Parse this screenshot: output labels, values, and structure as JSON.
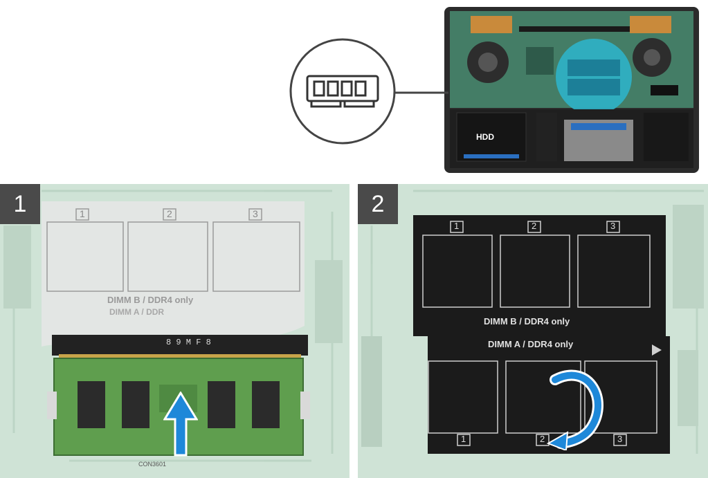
{
  "overview": {
    "hdd_label": "HDD"
  },
  "step1": {
    "number": "1",
    "shield_labels": [
      "1",
      "2",
      "3"
    ],
    "dimm_b_text": "DIMM B / DDR4 only",
    "dimm_a_text": "DIMM A / DDR",
    "connector_code": "8 9 M F 8",
    "connector_bottom": "CON3601"
  },
  "step2": {
    "number": "2",
    "top_labels": [
      "1",
      "2",
      "3"
    ],
    "bottom_labels": [
      "1",
      "2",
      "3"
    ],
    "dimm_b_text": "DIMM B / DDR4 only",
    "dimm_a_text": "DIMM A / DDR4 only"
  },
  "colors": {
    "board_green": "#cfe3d6",
    "shield_black": "#1b1b1b",
    "arrow_blue": "#1e88d9",
    "badge_gray": "#4a4a4a"
  }
}
